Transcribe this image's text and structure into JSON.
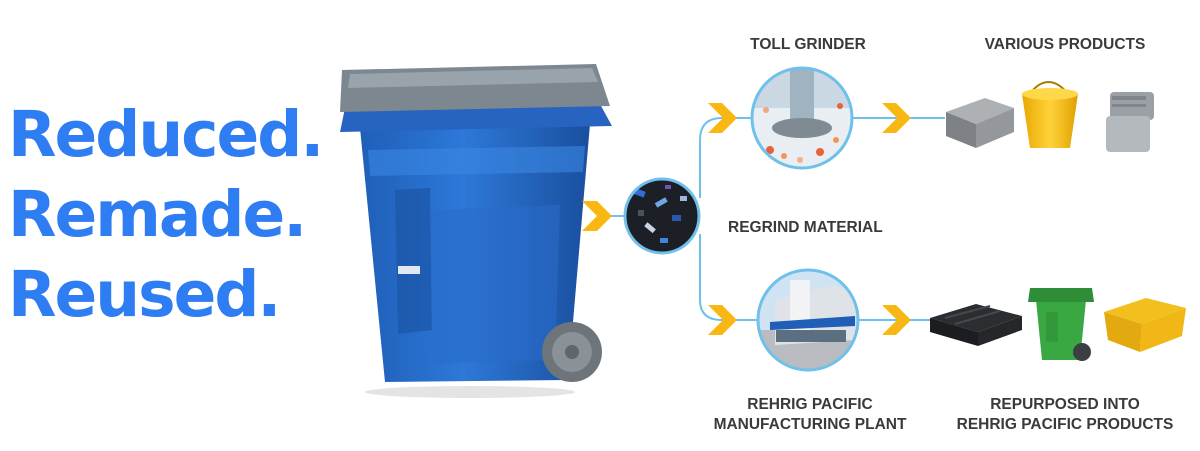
{
  "headline": {
    "line1": "Reduced.",
    "line2": "Remade.",
    "line3": "Reused."
  },
  "flow": {
    "toll_grinder": "TOLL GRINDER",
    "various_products": "VARIOUS PRODUCTS",
    "regrind_material": "REGRIND MATERIAL",
    "plant_line1": "REHRIG PACIFIC",
    "plant_line2": "MANUFACTURING PLANT",
    "repurposed_line1": "REPURPOSED INTO",
    "repurposed_line2": "REHRIG PACIFIC PRODUCTS"
  },
  "colors": {
    "headline_blue": "#2e7df2",
    "cart_blue": "#2a6fcf",
    "arrow_yellow": "#f9b714",
    "connector_blue": "#6fc0ea",
    "text_gray": "#3a3a3a"
  },
  "icons": [
    "recycling-cart-icon",
    "chevron-arrow-icon",
    "grinder-photo-icon",
    "regrind-photo-icon",
    "factory-photo-icon",
    "concrete-block-icon",
    "yellow-bucket-icon",
    "pipe-fitting-icon",
    "pallet-icon",
    "green-cart-icon",
    "yellow-tote-icon"
  ]
}
